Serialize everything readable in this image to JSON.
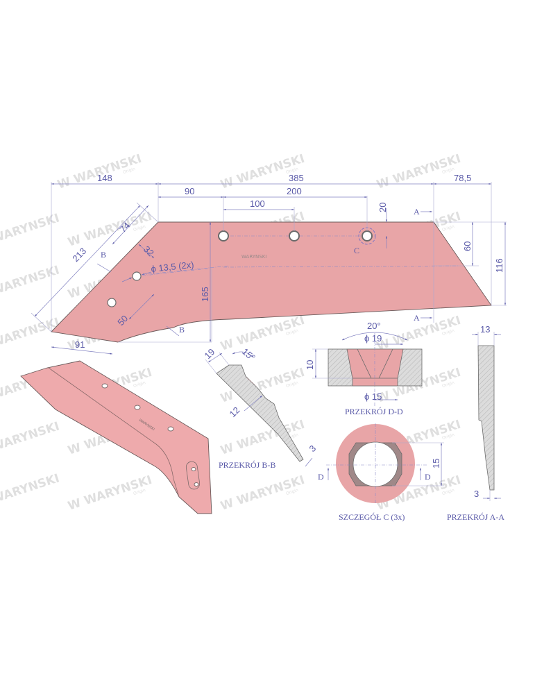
{
  "brand": {
    "watermark_text": "WARYNSKI",
    "watermark_sub": "Origin",
    "part_color": "#e8a5a7",
    "dimension_color": "#5a5aa8",
    "section_color": "#d9d9d9"
  },
  "main_view": {
    "dimensions": {
      "overall_length": "385",
      "left_offset": "148",
      "right_offset": "78,5",
      "first_hole_offset": "90",
      "hole_spacing": "100",
      "hole_span": "200",
      "hole_top_offset": "20",
      "right_height_upper": "60",
      "right_height": "116",
      "tip_height": "165",
      "diagonal_length": "213",
      "diagonal_offset": "74",
      "hole_from_edge": "32",
      "hole_diameter": "ϕ 13,5  (2x)",
      "hole_spacing_diag": "50",
      "bottom_width": "91"
    },
    "section_markers": {
      "a_top": "A",
      "a_bottom": "A",
      "b_top": "B",
      "b_bottom": "B",
      "detail_c": "C"
    },
    "engraving": "WARYNSKI"
  },
  "section_bb": {
    "title": "PRZEKRÓJ B-B",
    "dimensions": {
      "width": "19",
      "angle": "15°",
      "thickness": "12",
      "tip": "3"
    }
  },
  "section_dd": {
    "title": "PRZEKRÓJ D-D",
    "dimensions": {
      "angle": "20°",
      "top_diameter": "ϕ 19",
      "bottom_diameter": "ϕ 15",
      "depth": "10"
    }
  },
  "detail_c": {
    "title": "SZCZEGÓŁ C (3x)",
    "dimensions": {
      "slot_width": "15"
    },
    "markers": {
      "left": "D",
      "right": "D"
    }
  },
  "section_aa": {
    "title": "PRZEKRÓJ A-A",
    "dimensions": {
      "top_width": "13",
      "bottom_width": "3"
    }
  }
}
